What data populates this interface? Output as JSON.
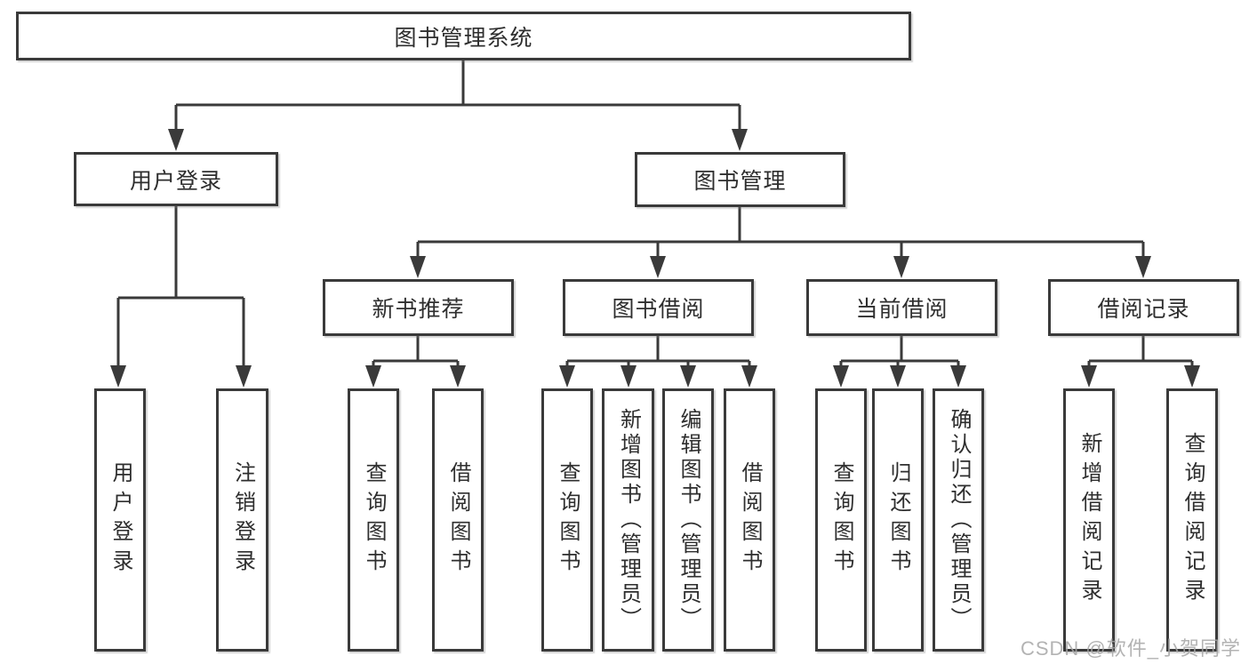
{
  "diagram": {
    "root": {
      "label": "图书管理系统"
    },
    "branches": [
      {
        "label": "用户登录",
        "children": [
          {
            "label": "用户登录"
          },
          {
            "label": "注销登录"
          }
        ]
      },
      {
        "label": "图书管理",
        "children": [
          {
            "label": "新书推荐",
            "children": [
              {
                "label": "查询图书"
              },
              {
                "label": "借阅图书"
              }
            ]
          },
          {
            "label": "图书借阅",
            "children": [
              {
                "label": "查询图书"
              },
              {
                "label": "新增图书（管理员）"
              },
              {
                "label": "编辑图书（管理员）"
              },
              {
                "label": "借阅图书"
              }
            ]
          },
          {
            "label": "当前借阅",
            "children": [
              {
                "label": "查询图书"
              },
              {
                "label": "归还图书"
              },
              {
                "label": "确认归还（管理员）"
              }
            ]
          },
          {
            "label": "借阅记录",
            "children": [
              {
                "label": "新增借阅记录"
              },
              {
                "label": "查询借阅记录"
              }
            ]
          }
        ]
      }
    ]
  },
  "watermark": {
    "text": "CSDN @软件_小贺同学"
  },
  "colors": {
    "line": "#3a3a3a",
    "text": "#2e2e2e",
    "background": "#ffffff",
    "watermark": "#a6a6a6"
  }
}
